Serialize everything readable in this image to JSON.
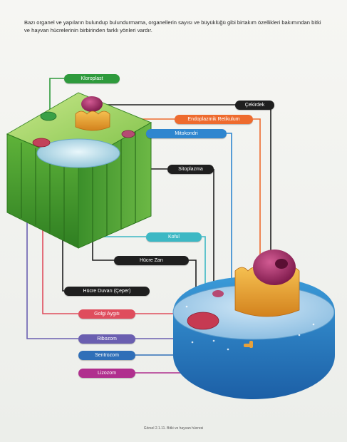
{
  "intro_text": "Bazı organel ve yapıların bulundup bulundurmama, organellerin sayısı ve büyüklüğü gibi birtakım özellikleri bakımından bitki ve hayvan hücrelerinin birbirinden farklı yönleri vardır.",
  "caption": "Görsel 2.1.11. Bitki ve hayvan hücresi",
  "labels": {
    "kloroplast": "Kloroplast",
    "cekirdek": "Çekirdek",
    "endoplazmik": "Endoplazmik Retikulum",
    "mitokondri": "Mitokondri",
    "sitoplazma": "Sitoplazma",
    "koful": "Koful",
    "hucre_zari": "Hücre Zarı",
    "hucre_duvari": "Hücre Duvarı (Çeper)",
    "golgi": "Golgi Aygıtı",
    "ribozom": "Ribozom",
    "sentrozom": "Sentrozom",
    "lizozom": "Lizozom"
  },
  "colors": {
    "kloroplast": "#2e9a3c",
    "cekirdek": "#1f1f1f",
    "endoplazmik": "#ee6b2e",
    "mitokondri": "#2f86cf",
    "sitoplazma": "#1f1f1f",
    "koful": "#3cb8c4",
    "hucre_zari": "#1f1f1f",
    "hucre_duvari": "#1f1f1f",
    "golgi": "#df4d5d",
    "ribozom": "#6a5fb0",
    "sentrozom": "#2f6fb8",
    "lizozom": "#b02f8e"
  }
}
